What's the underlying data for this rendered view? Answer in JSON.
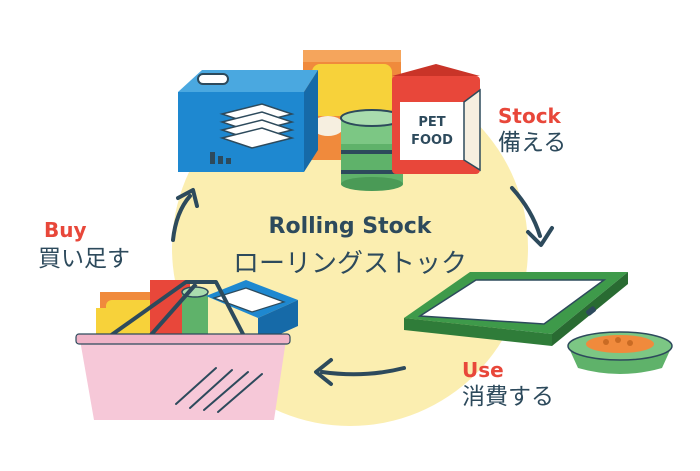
{
  "center": {
    "title_en": "Rolling Stock",
    "title_ja": "ローリングストック"
  },
  "stages": {
    "stock": {
      "en": "Stock",
      "ja": "備える"
    },
    "use": {
      "en": "Use",
      "ja": "消費する"
    },
    "buy": {
      "en": "Buy",
      "ja": "買い足す"
    }
  },
  "pet_food_bag": {
    "line1": "PET",
    "line2": "FOOD"
  },
  "colors": {
    "accent_red": "#e8473a",
    "text_navy": "#2d4a5c",
    "circle_yellow": "#fbeeb0"
  }
}
